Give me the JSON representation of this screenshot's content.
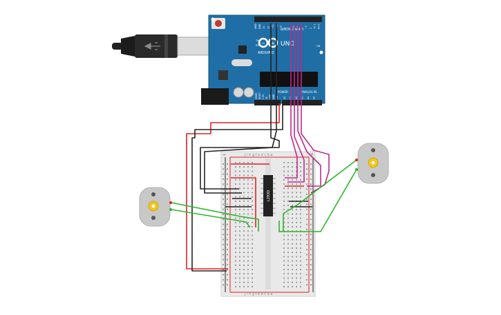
{
  "arduino": {
    "brand": "ARDUINO",
    "model": "UNO",
    "digital_header": "DIGITAL (PWM~)",
    "power_header": "POWER",
    "analog_header": "ANALOG IN",
    "led_labels": [
      "TX",
      "RX"
    ],
    "on_label": "ON",
    "digital_pins": [
      "AREF",
      "GND",
      "13",
      "12",
      "~11",
      "~10",
      "~9",
      "8",
      "7",
      "~6",
      "~5",
      "4",
      "~3",
      "2",
      "TX 1",
      "RX 0"
    ],
    "power_pins": [
      "IOREF",
      "RESET",
      "3.3V",
      "5V",
      "GND",
      "GND",
      "Vin"
    ],
    "analog_pins": [
      "A0",
      "A1",
      "A2",
      "A3",
      "A4",
      "A5"
    ]
  },
  "ic": {
    "label": "L293D"
  },
  "breadboard": {
    "top_columns": "j i h g f   e d c b a",
    "bottom_columns": "j i h g f   e d c b a",
    "rail_minus": "−",
    "rail_plus": "+"
  },
  "colors": {
    "board": "#1f6fa6",
    "wire_red": "#e02020",
    "wire_black": "#222222",
    "wire_green": "#2bb52b",
    "wire_magenta": "#c0288a",
    "motor_body": "#c8c8c8",
    "motor_shaft": "#f2c51e"
  }
}
